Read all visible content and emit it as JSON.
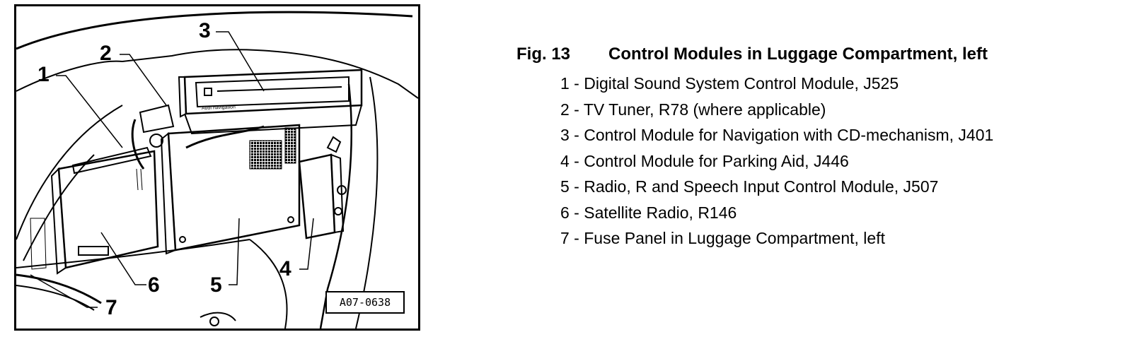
{
  "figure": {
    "callouts": [
      "1",
      "2",
      "3",
      "4",
      "5",
      "6",
      "7"
    ],
    "code": "A07-0638",
    "device_label": "Audi navigation"
  },
  "caption": {
    "number": "Fig. 13",
    "title": "Control Modules in Luggage Compartment, left"
  },
  "legend": [
    "1 - Digital Sound System Control Module, J525",
    "2 - TV Tuner, R78 (where applicable)",
    "3 - Control Module for Navigation with CD-mechanism, J401",
    "4 - Control Module for Parking Aid, J446",
    "5 - Radio, R and Speech Input Control Module, J507",
    "6 - Satellite Radio, R146",
    "7 - Fuse Panel in Luggage Compartment, left"
  ]
}
